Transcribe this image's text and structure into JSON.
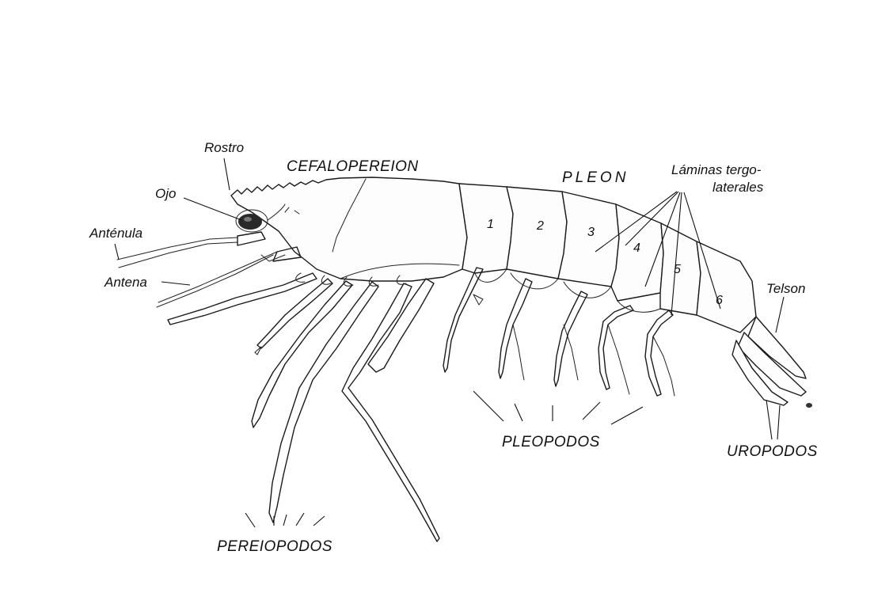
{
  "labels": {
    "rostro": "Rostro",
    "ojo": "Ojo",
    "antenula": "Anténula",
    "antena": "Antena",
    "cefalopereion": "CEFALOPEREION",
    "pleon": "PLEON",
    "laminas_line1": "Láminas tergo-",
    "laminas_line2": "laterales",
    "telson": "Telson",
    "pleopodos": "PLEOPODOS",
    "pereiopodos": "PEREIOPODOS",
    "uropodos": "UROPODOS"
  },
  "segments": [
    "1",
    "2",
    "3",
    "4",
    "5",
    "6"
  ],
  "colors": {
    "ink": "#1a1a1a",
    "paper": "#ffffff"
  }
}
